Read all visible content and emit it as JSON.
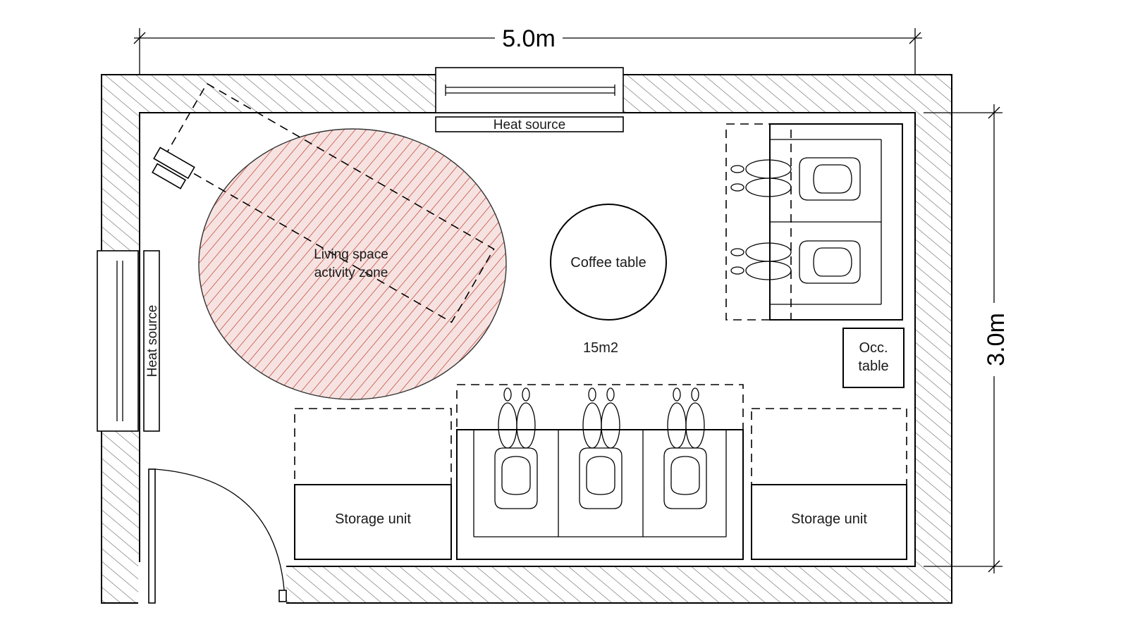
{
  "dimensions": {
    "width_label": "5.0m",
    "height_label": "3.0m"
  },
  "labels": {
    "heat_source_top": "Heat source",
    "heat_source_left": "Heat source",
    "activity_zone_line1": "Living space",
    "activity_zone_line2": "activity zone",
    "coffee_table": "Coffee table",
    "area": "15m2",
    "occ_table_line1": "Occ.",
    "occ_table_line2": "table",
    "storage_left": "Storage unit",
    "storage_right": "Storage unit"
  },
  "colors": {
    "line": "#000000",
    "wall_hatch": "#555555",
    "activity_zone_hatch": "#c0392b",
    "activity_zone_fill": "#f6e3e1"
  }
}
